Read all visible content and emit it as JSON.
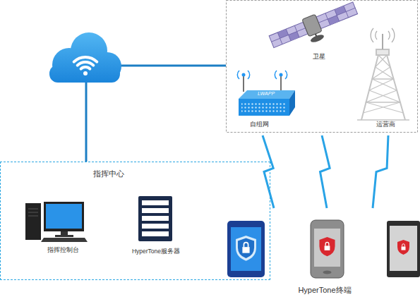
{
  "diagram": {
    "nodes": [
      {
        "text": [
          "指挥中心"
        ]
      },
      {
        "text": [
          "指挥控制台"
        ],
        "in": 0
      },
      {
        "text": [
          "HyperTone服务器"
        ],
        "in": 0
      },
      {
        "text": [
          "卫星"
        ]
      },
      {
        "text": [
          "自组网"
        ]
      },
      {
        "text": [
          "运营商"
        ]
      },
      {
        "text": [
          "HyperTone终端"
        ]
      }
    ],
    "edges": [
      {
        "from": 4,
        "to": 6,
        "arrow": "none"
      },
      {
        "from": 3,
        "to": 6,
        "arrow": "none"
      },
      {
        "from": 5,
        "to": 6,
        "arrow": "none"
      }
    ],
    "labels": [
      "LWAPP"
    ]
  }
}
